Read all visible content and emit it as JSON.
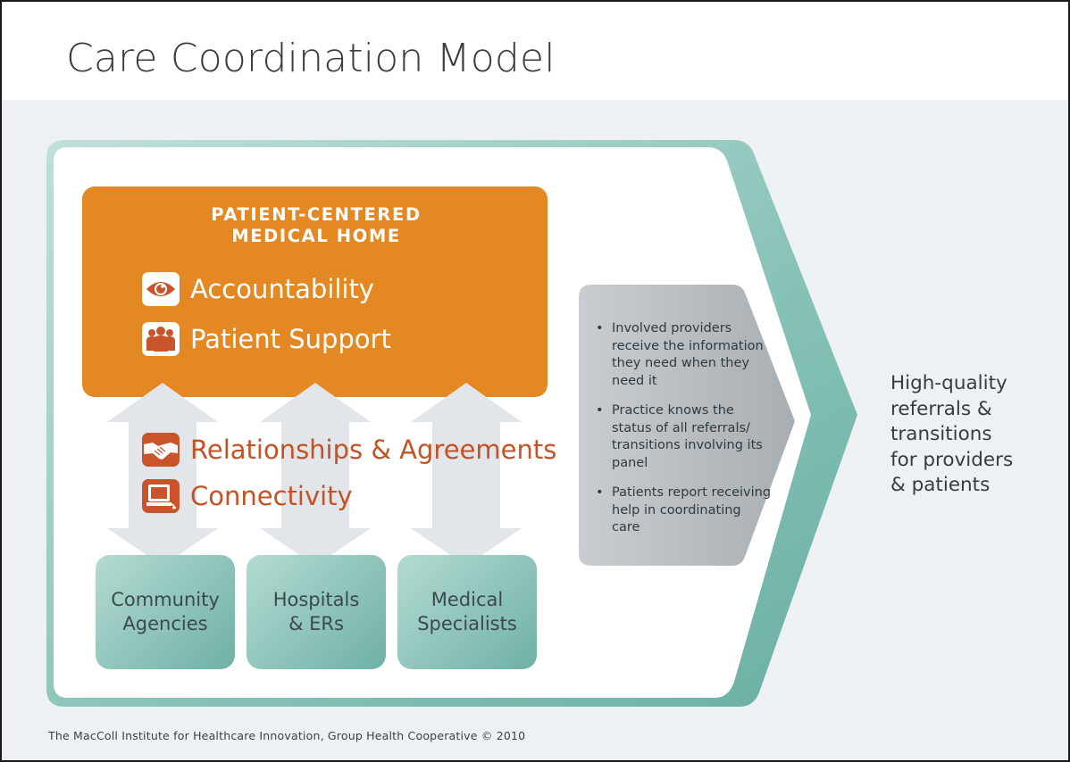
{
  "title": "Care Coordination Model",
  "pcmh": {
    "heading_line1": "PATIENT-CENTERED",
    "heading_line2": "MEDICAL HOME",
    "features": [
      {
        "label": "Accountability",
        "icon": "eye-icon"
      },
      {
        "label": "Patient Support",
        "icon": "people-group-icon"
      }
    ]
  },
  "connectors": [
    {
      "label": "Relationships & Agreements",
      "icon": "handshake-icon"
    },
    {
      "label": "Connectivity",
      "icon": "computer-icon"
    }
  ],
  "partners": [
    {
      "line1": "Community",
      "line2": "Agencies"
    },
    {
      "line1": "Hospitals",
      "line2": "& ERs"
    },
    {
      "line1": "Medical",
      "line2": "Specialists"
    }
  ],
  "results": {
    "bullet_glyph": "•",
    "items": [
      "Involved providers receive the information they need when they need it",
      "Practice knows the status of all referrals/ transitions involving its panel",
      "Patients report receiving help in coordinating care"
    ]
  },
  "outcome": {
    "lines": [
      "High-quality",
      "referrals &",
      "transitions",
      "for providers",
      "& patients"
    ]
  },
  "footer": "The MacColl Institute for Healthcare Innovation, Group Health Cooperative © 2010",
  "colors": {
    "orange": "#e38823",
    "rust": "#c9532a",
    "teal": "#7dbcb1",
    "gray_panel": "#b3b8bc",
    "arrow_gray": "#e2e5e9",
    "background": "#eef1f4"
  }
}
